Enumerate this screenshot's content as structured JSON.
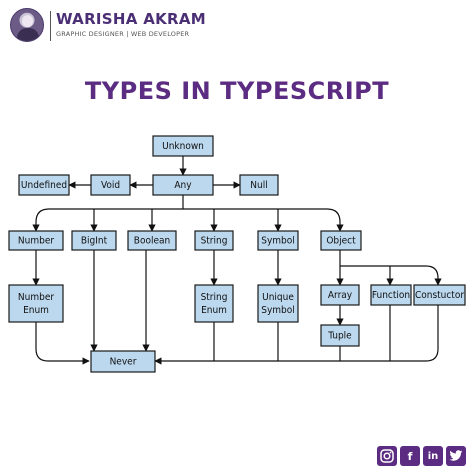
{
  "brand": {
    "name": "WARISHA AKRAM",
    "tagline": "GRAPHIC DESIGNER | WEB DEVELOPER"
  },
  "title": "TYPES IN TYPESCRIPT",
  "nodes": {
    "unknown": "Unknown",
    "any": "Any",
    "void": "Void",
    "undefined": "Undefined",
    "null": "Null",
    "number": "Number",
    "bigint": "BigInt",
    "boolean": "Boolean",
    "string": "String",
    "symbol": "Symbol",
    "object": "Object",
    "number_enum_1": "Number",
    "number_enum_2": "Enum",
    "string_enum_1": "String",
    "string_enum_2": "Enum",
    "unique_symbol_1": "Unique",
    "unique_symbol_2": "Symbol",
    "array": "Array",
    "function": "Function",
    "constructor": "Constuctor",
    "tuple": "Tuple",
    "never": "Never"
  },
  "social": {
    "icons": [
      "instagram-icon",
      "facebook-icon",
      "linkedin-icon",
      "twitter-icon"
    ],
    "facebook_glyph": "f",
    "linkedin_glyph": "in"
  },
  "colors": {
    "accent": "#5b2c82",
    "node_fill": "#bcd8ee",
    "line": "#111111"
  }
}
